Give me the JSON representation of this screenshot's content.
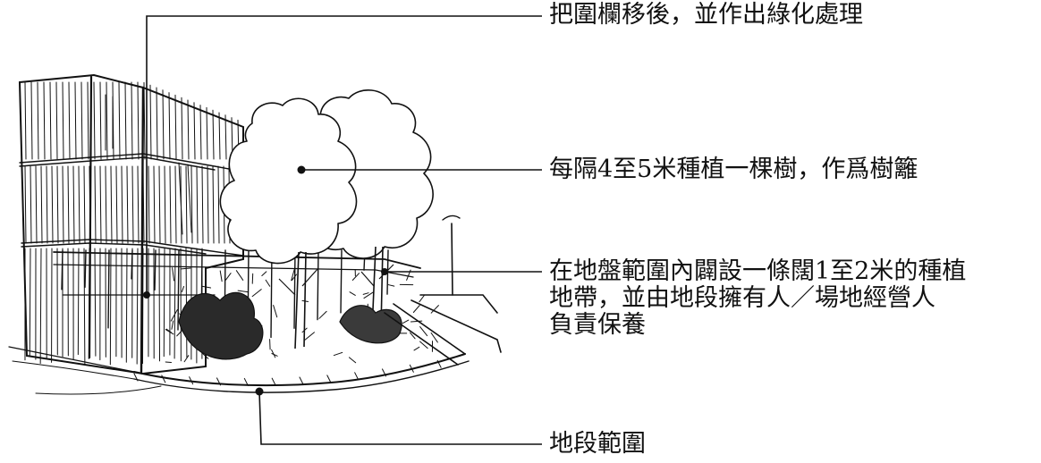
{
  "callouts": {
    "relocate_fence": "把圍欄移後，並作出綠化處理",
    "tree_hedge": "每隔4至5米種植一棵樹，作爲樹籬",
    "planting_strip": [
      "在地盤範圍內闢設一條闊1至2米的種植",
      "地帶，並由地段擁有人／場地經營人",
      "負責保養"
    ],
    "site_boundary": "地段範圍"
  },
  "colors": {
    "ink": "#111111",
    "paper": "#ffffff"
  }
}
